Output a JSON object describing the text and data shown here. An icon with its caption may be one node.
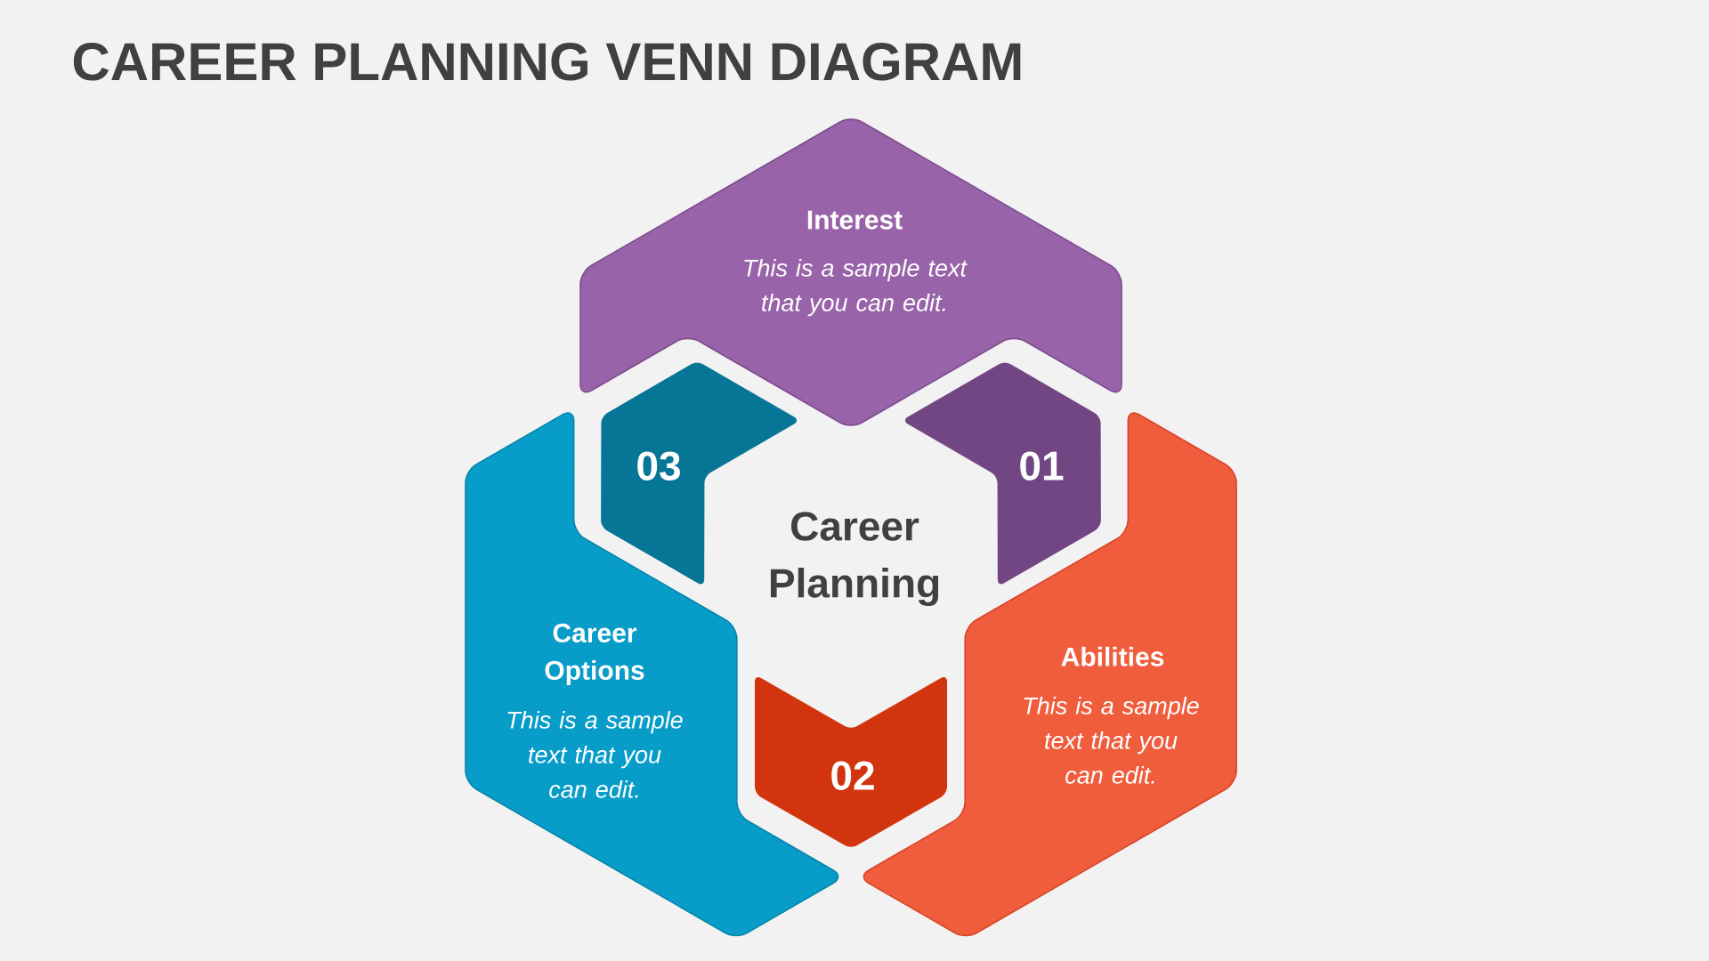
{
  "diagram": {
    "title": "CAREER PLANNING VENN DIAGRAM",
    "nodes": [
      {
        "text": [
          "Interest",
          "This is a sample text that you can edit."
        ]
      },
      {
        "text": [
          "03"
        ]
      },
      {
        "text": [
          "01"
        ]
      },
      {
        "text": [
          "Career Options",
          "This is a sample text that you can edit."
        ]
      },
      {
        "text": [
          "Abilities",
          "This is a sample text that you can edit."
        ]
      },
      {
        "text": [
          "02"
        ]
      }
    ],
    "labels": [
      "Career Planning"
    ]
  }
}
